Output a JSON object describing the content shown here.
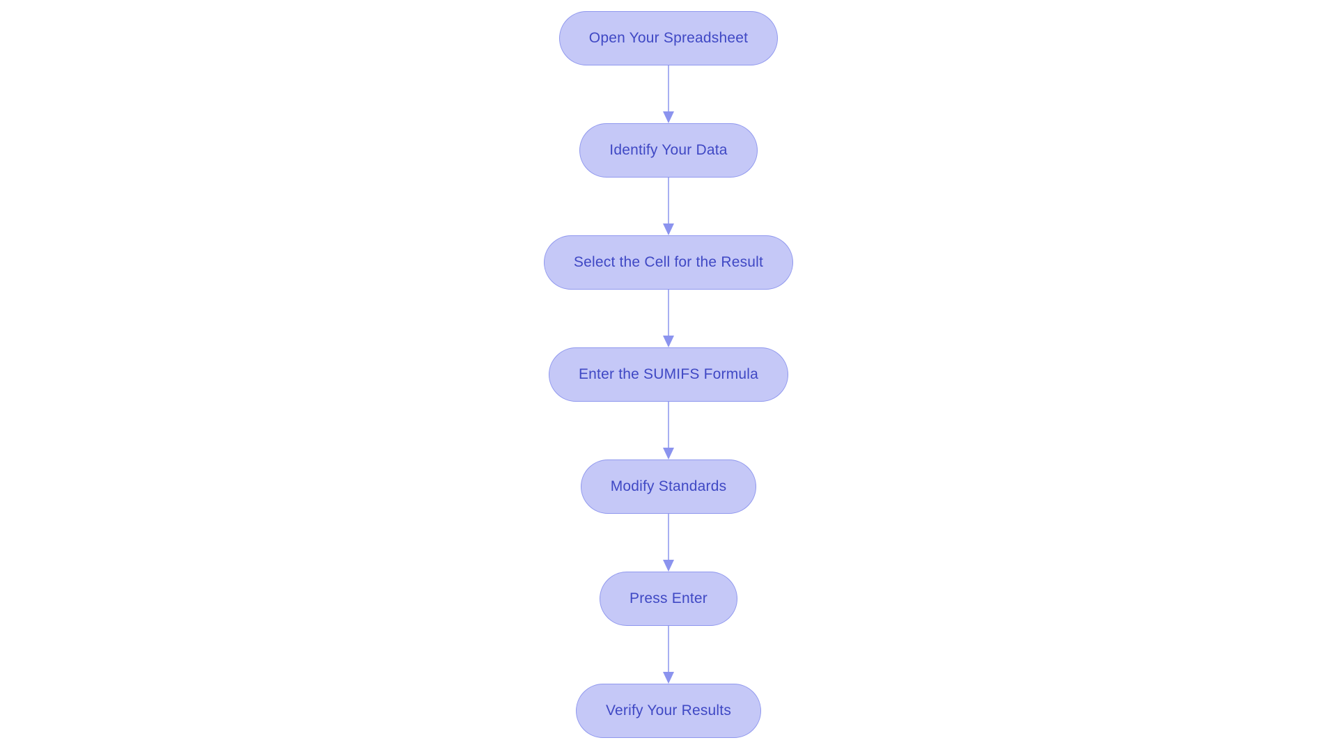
{
  "diagram": {
    "type": "flowchart",
    "direction": "top-down",
    "colors": {
      "background": "#ffffff",
      "node_fill": "#c5c8f7",
      "node_border": "#8f97ee",
      "text_color": "#3f48c4",
      "arrow_line_color": "#a8aff2",
      "arrow_head_color": "#8b93ee"
    },
    "nodes": [
      {
        "label": "Open Your Spreadsheet"
      },
      {
        "label": "Identify Your Data"
      },
      {
        "label": "Select the Cell for the Result"
      },
      {
        "label": "Enter the SUMIFS Formula"
      },
      {
        "label": "Modify Standards"
      },
      {
        "label": "Press Enter"
      },
      {
        "label": "Verify Your Results"
      }
    ],
    "edges": [
      {
        "from": 0,
        "to": 1
      },
      {
        "from": 1,
        "to": 2
      },
      {
        "from": 2,
        "to": 3
      },
      {
        "from": 3,
        "to": 4
      },
      {
        "from": 4,
        "to": 5
      },
      {
        "from": 5,
        "to": 6
      }
    ]
  }
}
